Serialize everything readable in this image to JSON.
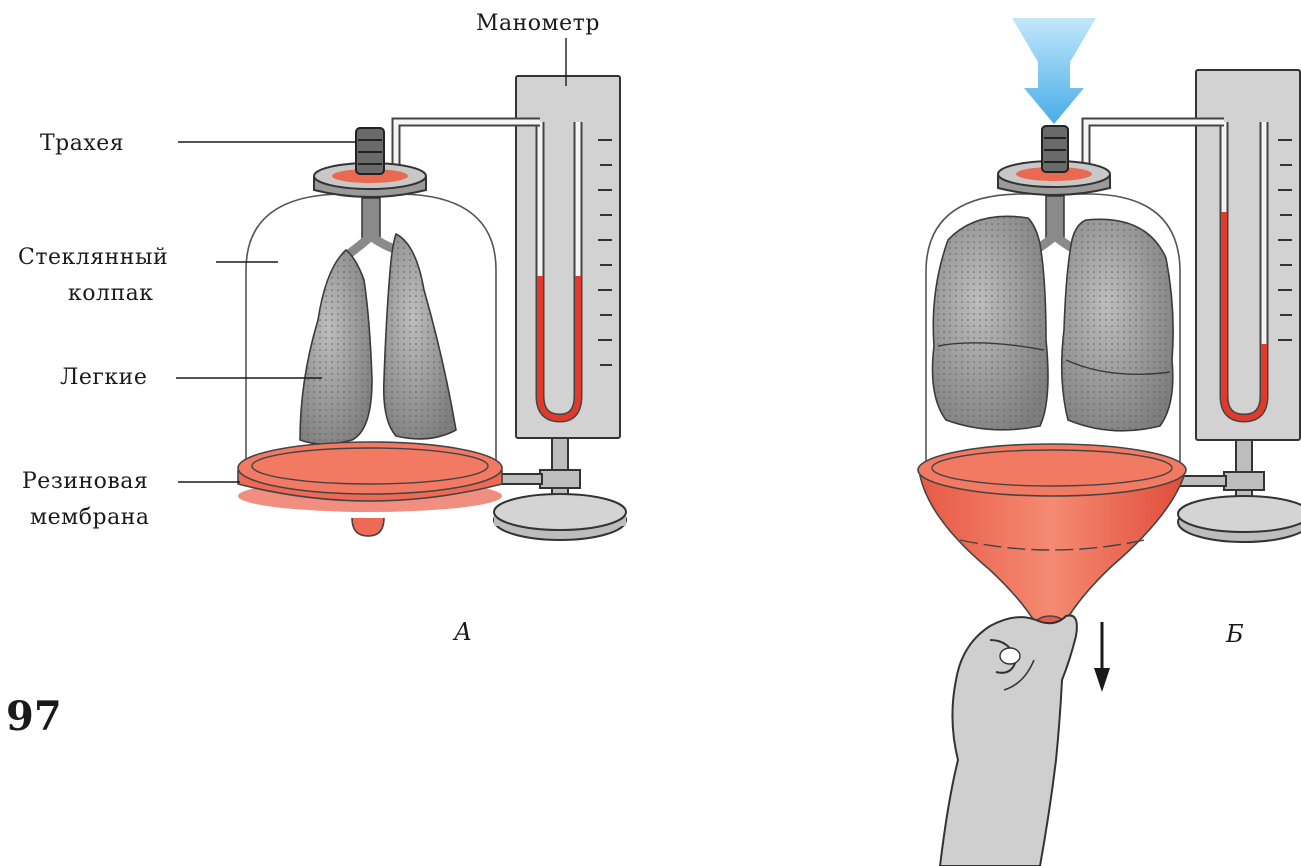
{
  "figure_number": "97",
  "labels": {
    "manometer": "Манометр",
    "trachea": "Трахея",
    "glass_bell_line1": "Стеклянный",
    "glass_bell_line2": "колпак",
    "lungs": "Легкие",
    "membrane_line1": "Резиновая",
    "membrane_line2": "мембрана"
  },
  "panels": [
    {
      "id": "A",
      "letter": "А",
      "state": "membrane relaxed, lungs deflated"
    },
    {
      "id": "B",
      "letter": "Б",
      "state": "membrane pulled down, air enters, lungs inflated"
    }
  ],
  "colors": {
    "membrane": "#ef6a55",
    "manometer_liquid": "#e23a2a",
    "air_arrow": "#4fb6ea",
    "gauge_body": "#d2d2d2",
    "lung_gray": "#9a9a9a",
    "ink": "#1a1a1a"
  }
}
